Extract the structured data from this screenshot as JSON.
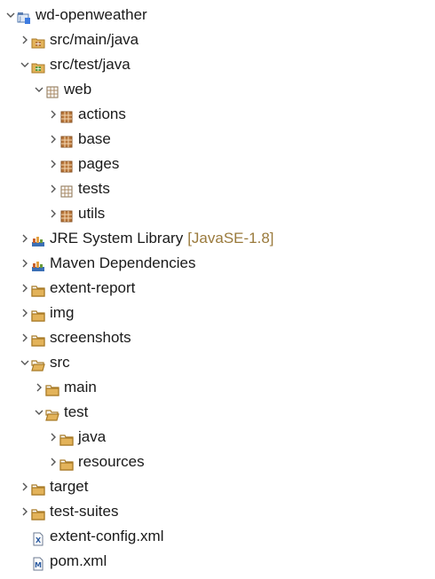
{
  "tree": [
    {
      "label": "wd-openweather",
      "icon": "java-project-icon",
      "expanded": true,
      "depth": 0
    },
    {
      "label": "src/main/java",
      "icon": "source-folder-icon",
      "expanded": false,
      "depth": 1
    },
    {
      "label": "src/test/java",
      "icon": "test-source-folder-icon",
      "expanded": true,
      "depth": 1
    },
    {
      "label": "web",
      "icon": "package-empty-icon",
      "expanded": true,
      "depth": 2
    },
    {
      "label": "actions",
      "icon": "package-icon",
      "expanded": false,
      "depth": 3
    },
    {
      "label": "base",
      "icon": "package-icon",
      "expanded": false,
      "depth": 3
    },
    {
      "label": "pages",
      "icon": "package-icon",
      "expanded": false,
      "depth": 3
    },
    {
      "label": "tests",
      "icon": "package-empty-icon",
      "expanded": false,
      "depth": 3
    },
    {
      "label": "utils",
      "icon": "package-icon",
      "expanded": false,
      "depth": 3
    },
    {
      "label": "JRE System Library",
      "decoration": "[JavaSE-1.8]",
      "icon": "library-icon",
      "expanded": false,
      "depth": 1
    },
    {
      "label": "Maven Dependencies",
      "icon": "library-icon",
      "expanded": false,
      "depth": 1
    },
    {
      "label": "extent-report",
      "icon": "folder-icon",
      "expanded": false,
      "depth": 1
    },
    {
      "label": "img",
      "icon": "folder-icon",
      "expanded": false,
      "depth": 1
    },
    {
      "label": "screenshots",
      "icon": "folder-icon",
      "expanded": false,
      "depth": 1
    },
    {
      "label": "src",
      "icon": "folder-open-icon",
      "expanded": true,
      "depth": 1
    },
    {
      "label": "main",
      "icon": "folder-icon",
      "expanded": false,
      "depth": 2
    },
    {
      "label": "test",
      "icon": "folder-open-icon",
      "expanded": true,
      "depth": 2
    },
    {
      "label": "java",
      "icon": "folder-icon",
      "expanded": false,
      "depth": 3
    },
    {
      "label": "resources",
      "icon": "folder-icon",
      "expanded": false,
      "depth": 3
    },
    {
      "label": "target",
      "icon": "folder-icon",
      "expanded": false,
      "depth": 1
    },
    {
      "label": "test-suites",
      "icon": "folder-icon",
      "expanded": false,
      "depth": 1
    },
    {
      "label": "extent-config.xml",
      "icon": "xml-file-icon",
      "leaf": true,
      "depth": 1
    },
    {
      "label": "pom.xml",
      "icon": "maven-pom-icon",
      "leaf": true,
      "depth": 1
    }
  ],
  "colors": {
    "folder": "#e3b35a",
    "folder_stroke": "#a87a26",
    "package": "#b8763a",
    "chevron": "#555555",
    "decoration": "#9a7a3c"
  }
}
